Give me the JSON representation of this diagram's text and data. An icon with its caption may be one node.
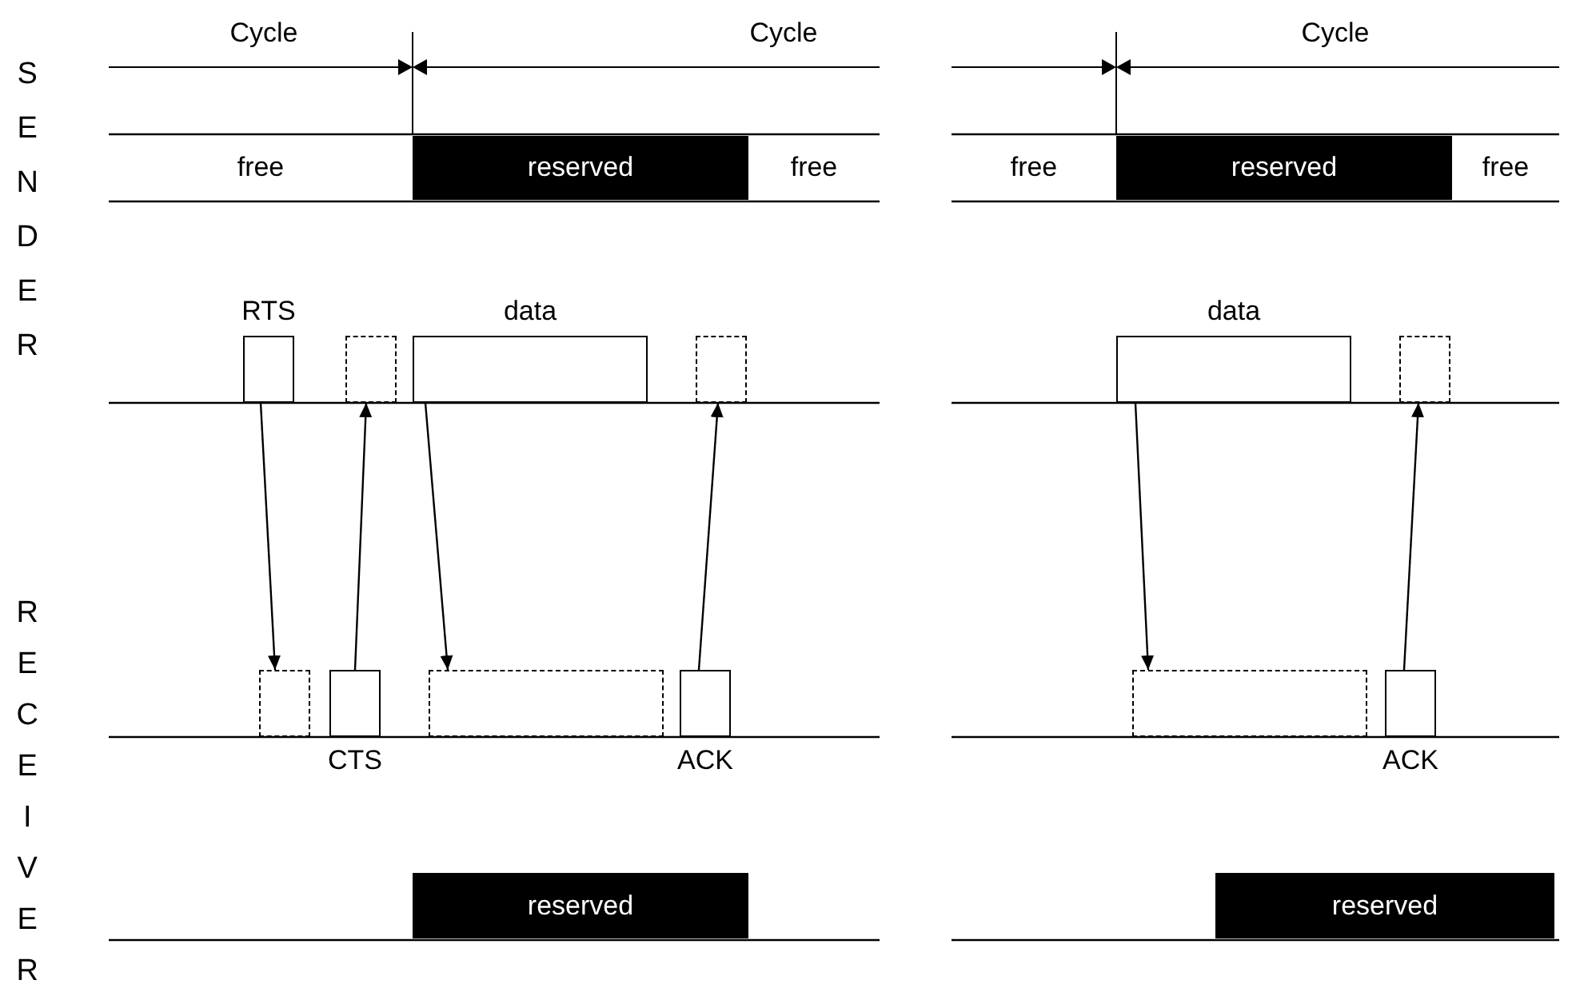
{
  "diagram": {
    "nodes": [
      {
        "text": [
          "free"
        ]
      },
      {
        "text": [
          "reserved"
        ]
      },
      {
        "text": [
          "free"
        ]
      },
      {
        "text": [
          "free"
        ]
      },
      {
        "text": [
          "reserved"
        ]
      },
      {
        "text": [
          "free"
        ]
      },
      {
        "text": [
          "RTS"
        ]
      },
      {
        "text": [],
        "shape": "box"
      },
      {
        "text": [
          "data"
        ]
      },
      {
        "text": [],
        "shape": "box"
      },
      {
        "text": [
          "data"
        ]
      },
      {
        "text": [],
        "shape": "box"
      },
      {
        "text": [],
        "shape": "box"
      },
      {
        "text": [
          "CTS"
        ]
      },
      {
        "text": [],
        "shape": "box"
      },
      {
        "text": [
          "ACK"
        ]
      },
      {
        "text": [],
        "shape": "box"
      },
      {
        "text": [
          "ACK"
        ]
      },
      {
        "text": [
          "reserved"
        ]
      },
      {
        "text": [
          "reserved"
        ]
      }
    ],
    "edges": [
      {
        "from": 6,
        "to": 12,
        "arrow": "to"
      },
      {
        "from": 13,
        "to": 7,
        "arrow": "to"
      },
      {
        "from": 8,
        "to": 14,
        "arrow": "to"
      },
      {
        "from": 15,
        "to": 9,
        "arrow": "to"
      },
      {
        "from": 10,
        "to": 16,
        "arrow": "to"
      },
      {
        "from": 17,
        "to": 11,
        "arrow": "to"
      }
    ],
    "labels": [
      "Cycle",
      "Cycle",
      "Cycle",
      "SENDER",
      "RECEIVER"
    ]
  }
}
